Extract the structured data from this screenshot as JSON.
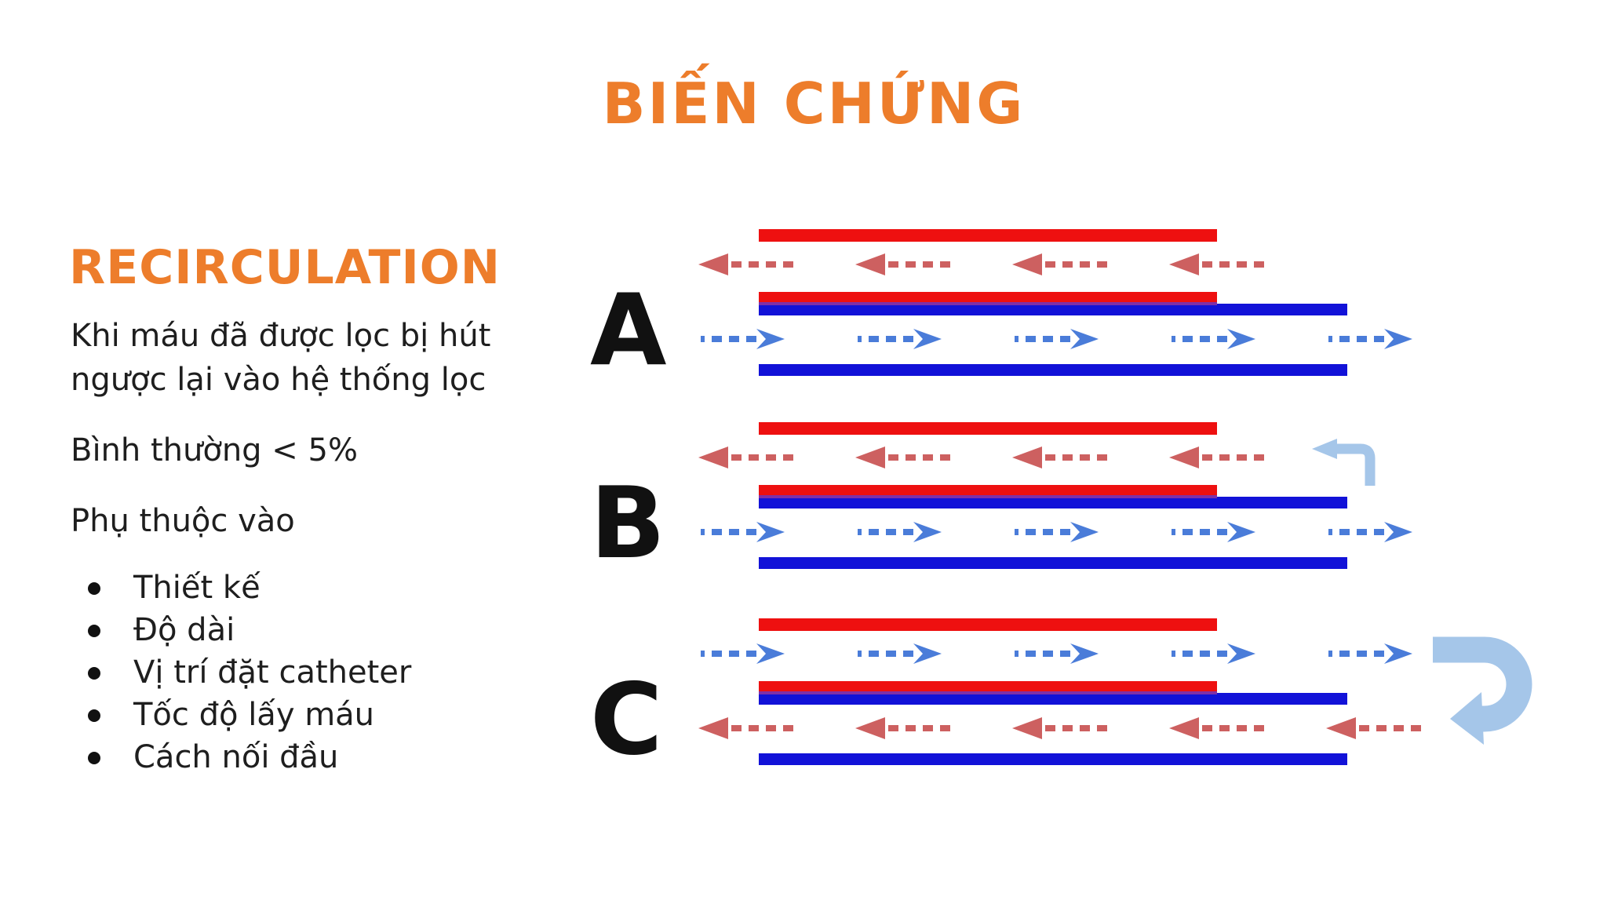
{
  "title": "BIẾN CHỨNG",
  "panel": {
    "heading": "RECIRCULATION",
    "paragraphs": [
      "Khi máu đã được lọc bị hút\nngược lại vào hệ thống lọc",
      "Bình thường < 5%",
      "Phụ thuộc vào"
    ],
    "bullets": [
      "Thiết kế",
      "Độ dài",
      "Vị trí đặt catheter",
      "Tốc độ lấy máu",
      "Cách nối đầu"
    ]
  },
  "diagrams": [
    {
      "label": "A",
      "arrow_rows": [
        {
          "dir": "left",
          "count": 4
        },
        {
          "dir": "right",
          "count": 5
        }
      ],
      "return_arrow": null
    },
    {
      "label": "B",
      "arrow_rows": [
        {
          "dir": "left",
          "count": 4
        },
        {
          "dir": "right",
          "count": 5
        }
      ],
      "return_arrow": "elbow"
    },
    {
      "label": "C",
      "arrow_rows": [
        {
          "dir": "right",
          "count": 5
        },
        {
          "dir": "left",
          "count": 5
        }
      ],
      "return_arrow": "uturn"
    }
  ],
  "colors": {
    "accent_orange": "#ed7d2b",
    "bar_red": "#ee1010",
    "bar_blue": "#1212d8",
    "bar_seam_purple": "#8030a8",
    "arrow_red": "#cd6060",
    "arrow_blue": "#4a7cd9",
    "return_arrow_blue": "#a5c6e9",
    "label_black": "#111111",
    "text": "#1e1e1e"
  }
}
